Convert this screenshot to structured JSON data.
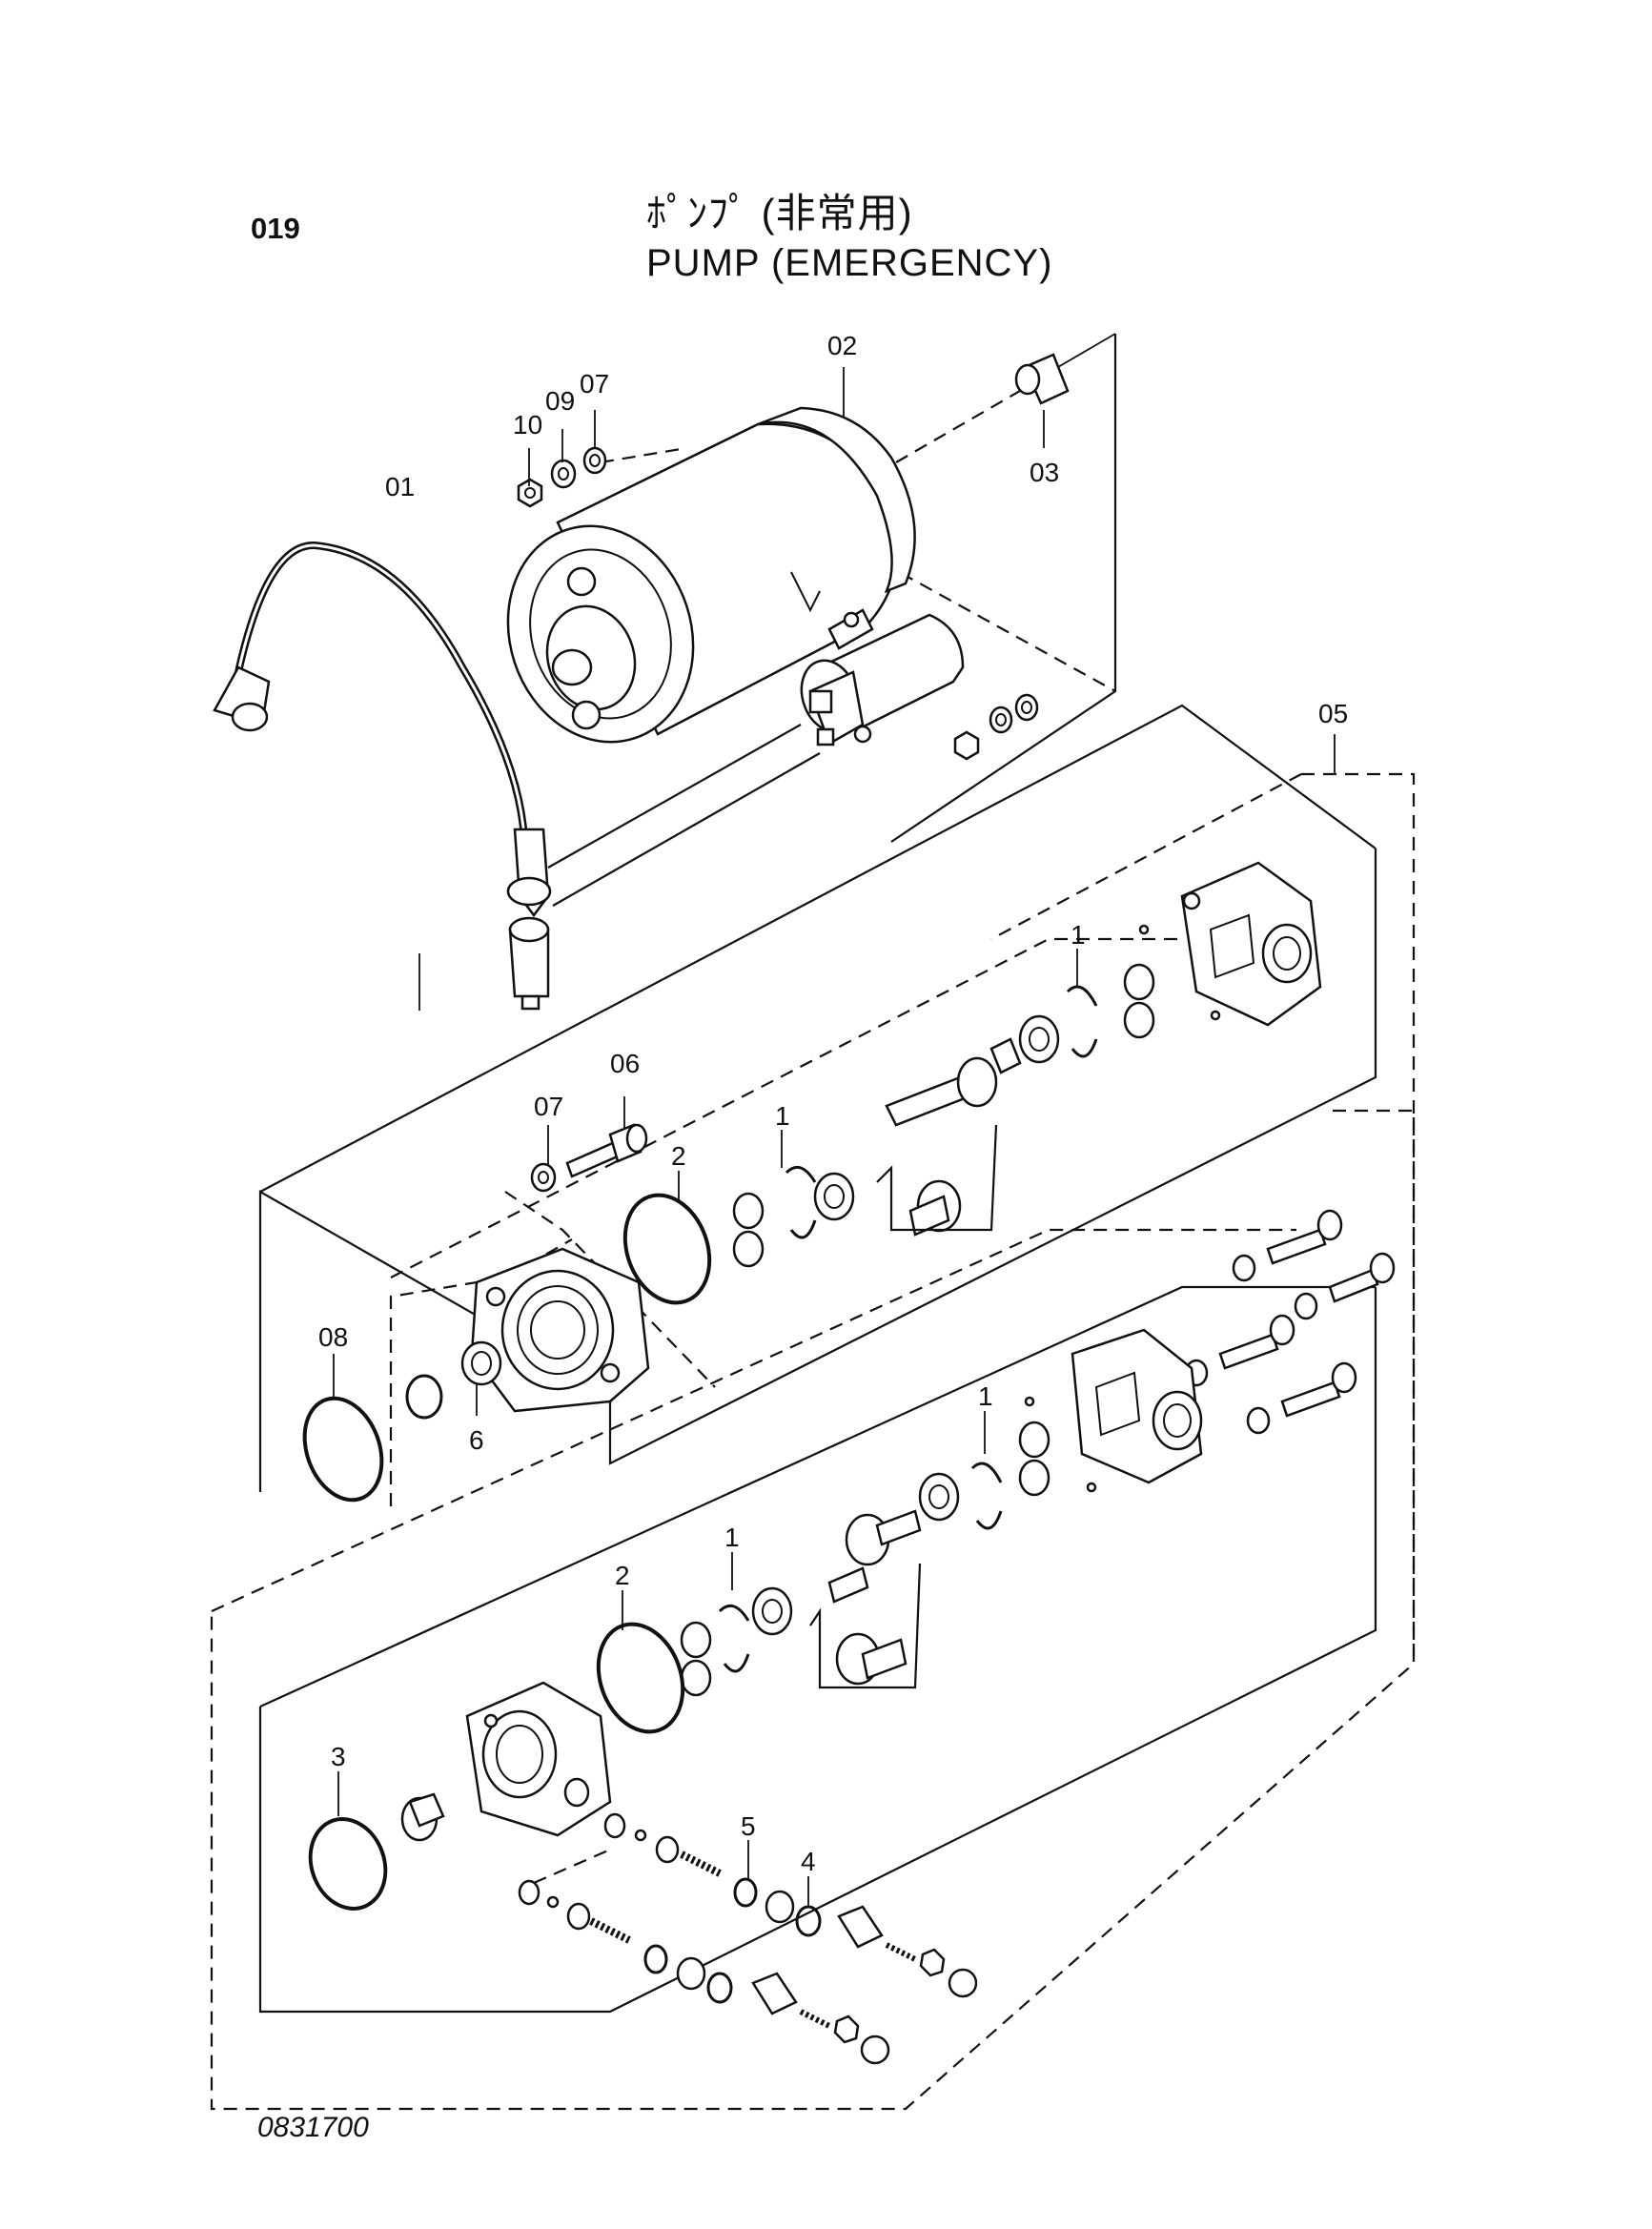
{
  "page_number": "019",
  "title": {
    "japanese": "ﾎﾟﾝﾌﾟ (非常用)",
    "english": "PUMP (EMERGENCY)"
  },
  "drawing_number": "0831700",
  "callouts": {
    "c01": "01",
    "c02": "02",
    "c03": "03",
    "c05": "05",
    "c06": "06",
    "c07_top": "07",
    "c09": "09",
    "c10": "10",
    "c07_mid": "07",
    "c08": "08",
    "s1_a": "1",
    "s1_b": "1",
    "s1_c": "1",
    "s1_d": "1",
    "s2_a": "2",
    "s2_b": "2",
    "s3": "3",
    "s4": "4",
    "s5": "5",
    "s6": "6"
  },
  "icons": [
    "motor",
    "cable-assembly",
    "solenoid",
    "gear-pump-housing",
    "gear-shaft",
    "o-ring",
    "bolt",
    "washer",
    "nut",
    "relief-valve-spring"
  ]
}
